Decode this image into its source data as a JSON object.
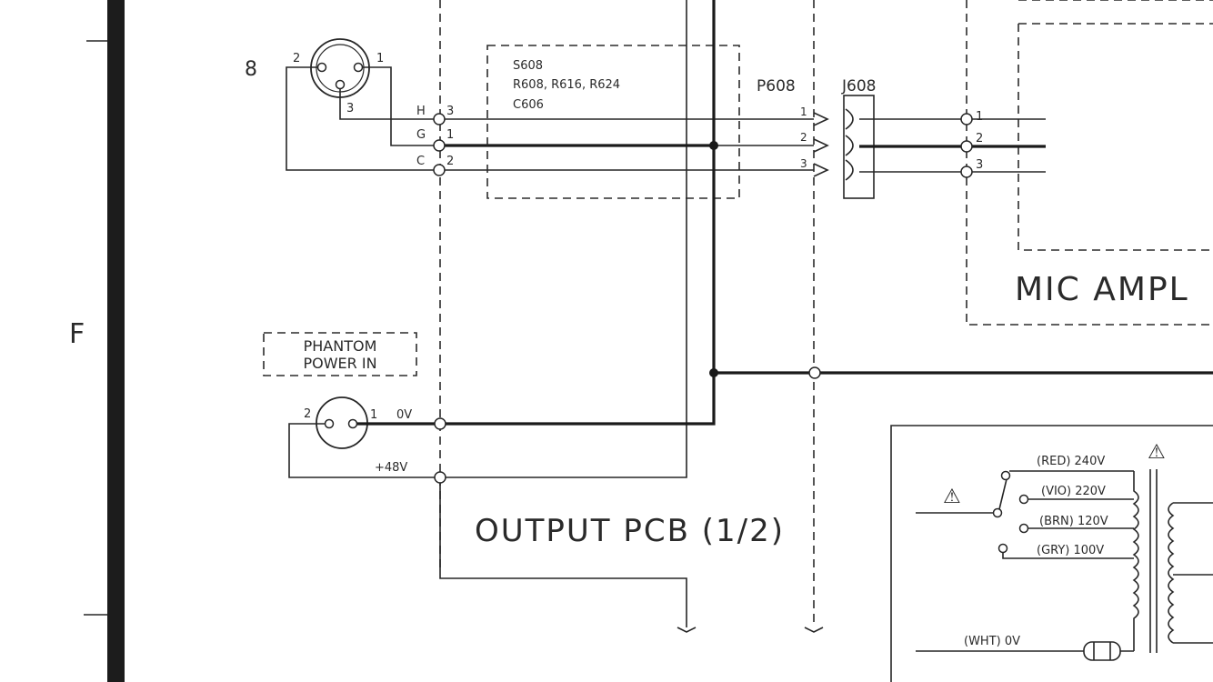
{
  "sheet": {
    "zone_letter": "F"
  },
  "xlr_input": {
    "number": "8",
    "pin_2": "2",
    "pin_1": "1",
    "pin_3": "3"
  },
  "terminals": {
    "h": "H",
    "h_num": "3",
    "g": "G",
    "g_num": "1",
    "c": "C",
    "c_num": "2"
  },
  "components_box": {
    "line1": "S608",
    "line2": "R608, R616, R624",
    "line3": "C606"
  },
  "connector_p": {
    "label": "P608",
    "pin1": "1",
    "pin2": "2",
    "pin3": "3"
  },
  "connector_j": {
    "label": "J608"
  },
  "mic_ampl": {
    "label": "MIC AMPL",
    "pin1": "1",
    "pin2": "2",
    "pin3": "3"
  },
  "phantom": {
    "line1": "PHANTOM",
    "line2": "POWER IN",
    "pin_2": "2",
    "pin_1": "1",
    "ov_label": "0V",
    "plus48_label": "+48V"
  },
  "output_pcb": {
    "label": "OUTPUT PCB (1/2)"
  },
  "transformer": {
    "warning_glyph": "⚠",
    "tap_red": "(RED) 240V",
    "tap_vio": "(VIO) 220V",
    "tap_brn": "(BRN) 120V",
    "tap_gry": "(GRY) 100V",
    "tap_wht": "(WHT) 0V"
  }
}
